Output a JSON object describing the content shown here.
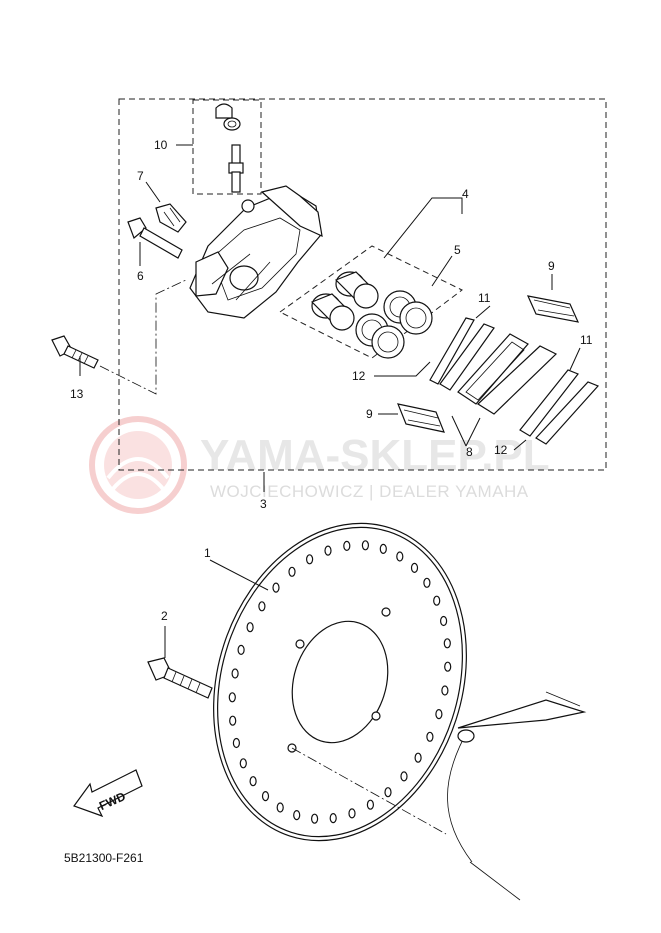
{
  "watermark": {
    "title": "YAMA-SKLEP.PL",
    "subtitle": "WOJCIECHOWICZ | DEALER YAMAHA"
  },
  "callouts": {
    "p1": "1",
    "p2": "2",
    "p3": "3",
    "p4": "4",
    "p5": "5",
    "p6": "6",
    "p7": "7",
    "p8": "8",
    "p9a": "9",
    "p9b": "9",
    "p10": "10",
    "p11a": "11",
    "p11b": "11",
    "p12a": "12",
    "p12b": "12",
    "p13": "13"
  },
  "fwd_label": "FWD",
  "reference_code": "5B21300-F261",
  "colors": {
    "watermark_logo": "#f2b8b8",
    "watermark_text": "#e7e7e7",
    "line": "#111111"
  }
}
